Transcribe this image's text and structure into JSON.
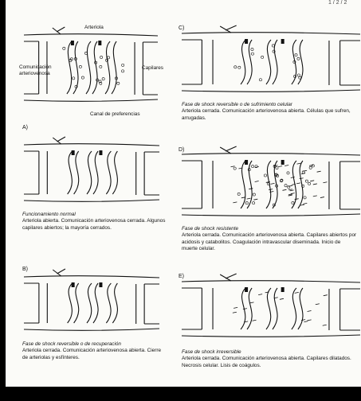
{
  "page_number": "1 / 2 / 2",
  "top_labels": {
    "arteriola": "Arteriola",
    "comunicacion": "Comunicación arteriovenosa",
    "capilares": "Capilares",
    "canal": "Canal de preferencias"
  },
  "panels": {
    "a": {
      "letter": "A)",
      "title": "Funcionamiento normal",
      "text": "Arteriola abierta. Comunicación arteriovenosa cerrada. Algunos capilares abiertos; la mayoría cerrados."
    },
    "b": {
      "letter": "B)",
      "title": "Fase de shock reversible o de recuperación",
      "text": "Arteriola cerrada. Comunicación arteriovenosa abierta. Cierre de arteriolas y esfínteres."
    },
    "c": {
      "letter": "C)",
      "title": "Fase de shock reversible o de sufrimiento celular",
      "text": "Arteriola cerrada. Comunicación arteriovenosa abierta. Células que sufren, arrugadas."
    },
    "d": {
      "letter": "D)",
      "title": "Fase de shock resistente",
      "text": "Arteriola cerrada. Comunicación arteriovenosa abierta. Capilares abiertos por acidosis y catabolitos. Coagulación intravascular diseminada. Inicio de muerte celular."
    },
    "e": {
      "letter": "E)",
      "title": "Fase de shock irreversible",
      "text": "Arteriola cerrada. Comunicación arteriovenosa abierta. Capilares dilatados. Necrosis celular. Lisis de coágulos."
    }
  }
}
